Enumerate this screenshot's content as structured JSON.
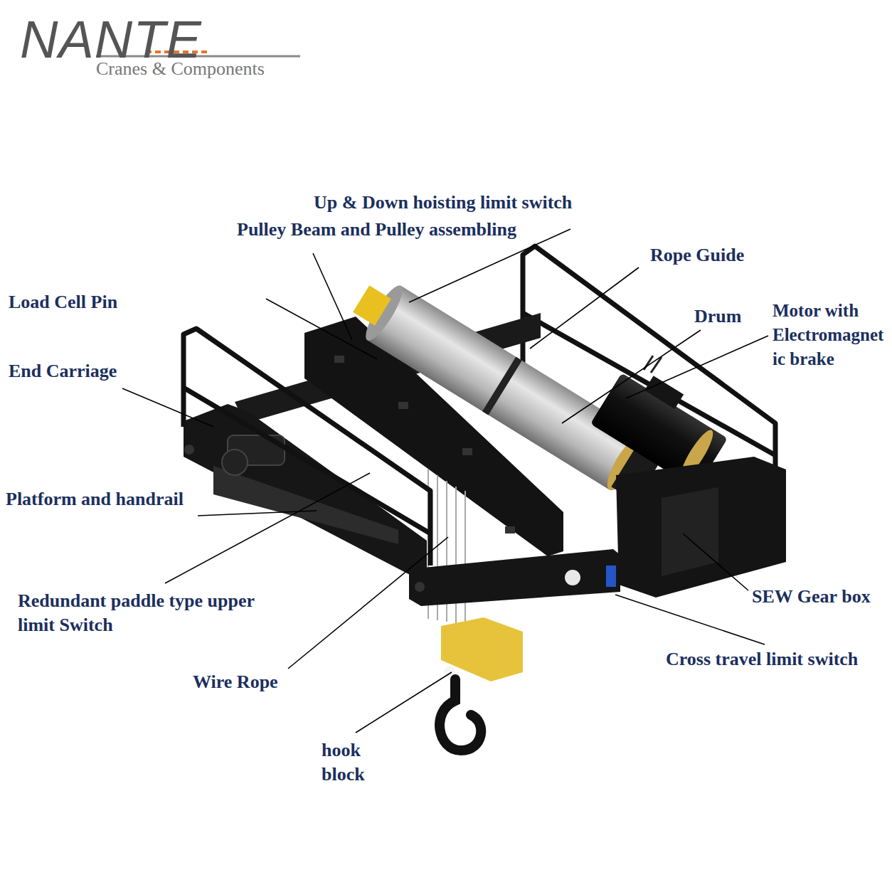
{
  "diagram": {
    "labels": [
      "NANTE",
      "Cranes & Components",
      "Up & Down hoisting limit switch",
      "Pulley Beam and Pulley assembling",
      "Rope Guide",
      "Load Cell Pin",
      "Drum",
      "Motor with Electromagnet ic brake",
      "End Carriage",
      "Platform and handrail",
      "Redundant paddle type upper limit Switch",
      "SEW Gear box",
      "Cross travel limit switch",
      "Wire Rope",
      "hook block"
    ]
  }
}
